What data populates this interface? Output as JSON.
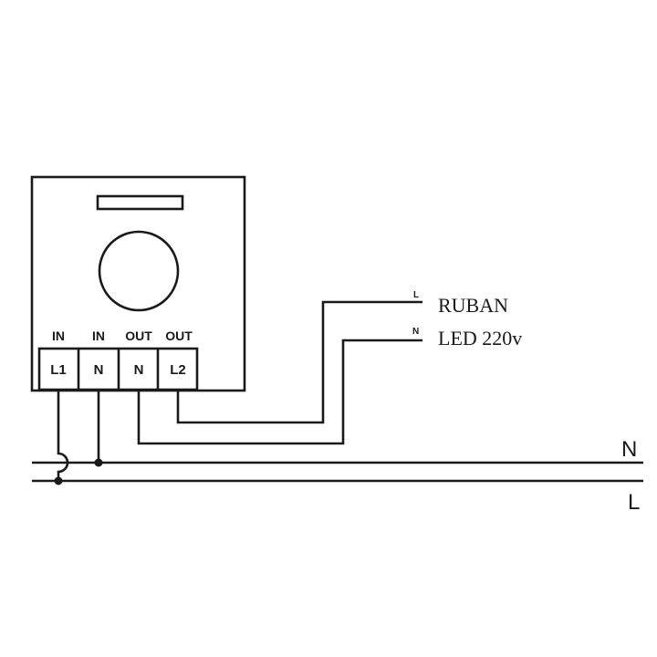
{
  "terminals": [
    {
      "io": "IN",
      "label": "L1"
    },
    {
      "io": "IN",
      "label": "N"
    },
    {
      "io": "OUT",
      "label": "N"
    },
    {
      "io": "OUT",
      "label": "L2"
    }
  ],
  "load": {
    "wire_l": "L",
    "wire_n": "N",
    "line1": "RUBAN",
    "line2": "LED 220v"
  },
  "mains": {
    "n_label": "N",
    "l_label": "L"
  },
  "colors": {
    "line": "#1a1a1a",
    "background": "#ffffff"
  }
}
